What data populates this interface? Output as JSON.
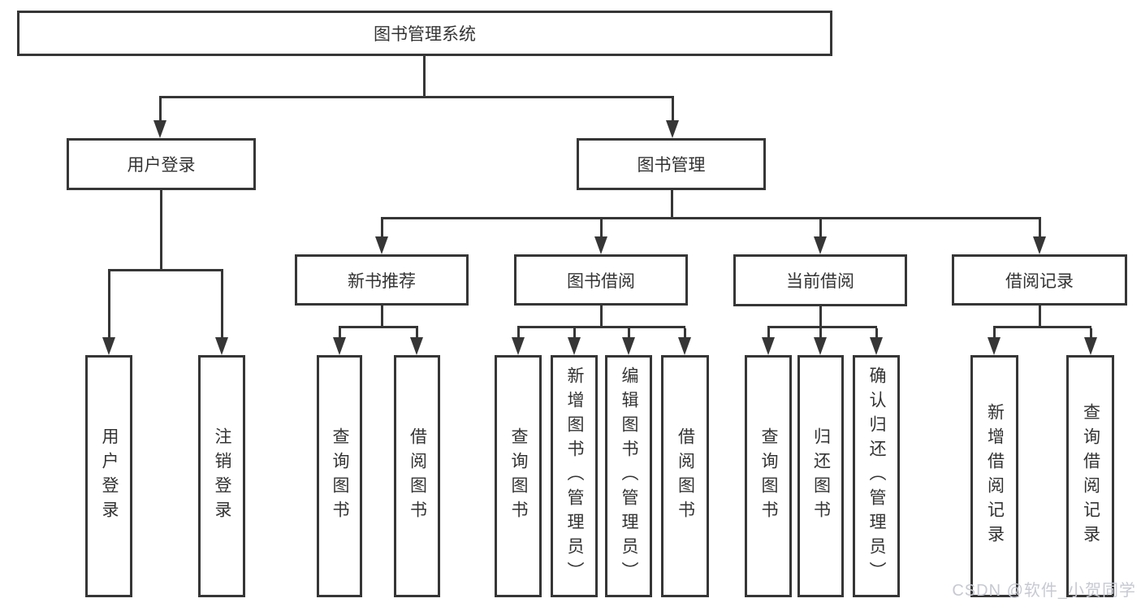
{
  "colors": {
    "line": "#363636",
    "text": "#333333",
    "background": "#ffffff",
    "watermark": "#c7c9d2"
  },
  "watermark": {
    "text": "CSDN @软件_小贺同学"
  },
  "tree": {
    "label": "图书管理系统",
    "children": [
      {
        "label": "用户登录",
        "children": [
          {
            "label": "用户登录"
          },
          {
            "label": "注销登录"
          }
        ]
      },
      {
        "label": "图书管理",
        "children": [
          {
            "label": "新书推荐",
            "children": [
              {
                "label": "查询图书"
              },
              {
                "label": "借阅图书"
              }
            ]
          },
          {
            "label": "图书借阅",
            "children": [
              {
                "label": "查询图书"
              },
              {
                "label": "新增图书（管理员）"
              },
              {
                "label": "编辑图书（管理员）"
              },
              {
                "label": "借阅图书"
              }
            ]
          },
          {
            "label": "当前借阅",
            "children": [
              {
                "label": "查询图书"
              },
              {
                "label": "归还图书"
              },
              {
                "label": "确认归还（管理员）"
              }
            ]
          },
          {
            "label": "借阅记录",
            "children": [
              {
                "label": "新增借阅记录"
              },
              {
                "label": "查询借阅记录"
              }
            ]
          }
        ]
      }
    ]
  }
}
